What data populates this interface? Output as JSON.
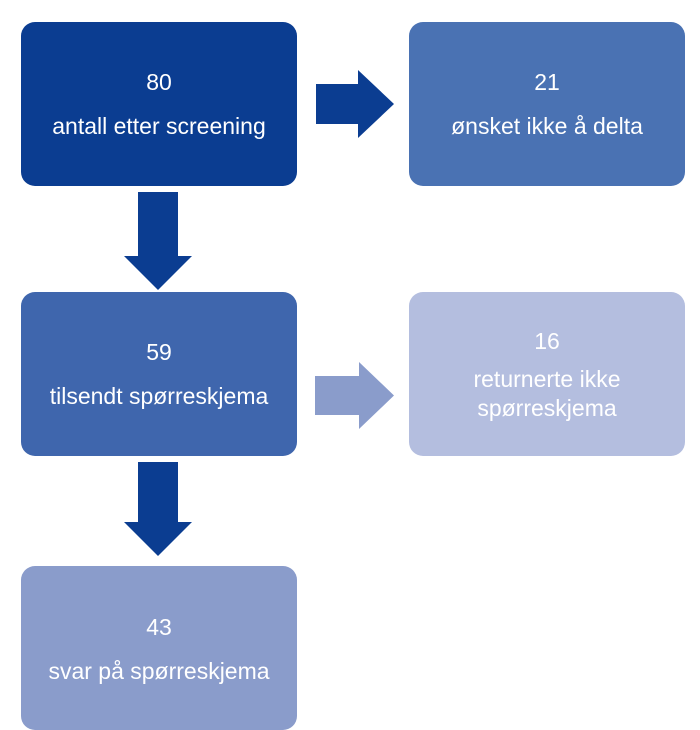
{
  "nodes": {
    "screening": {
      "count": "80",
      "label": "antall etter screening"
    },
    "declined": {
      "count": "21",
      "label": "ønsket ikke å delta"
    },
    "sent": {
      "count": "59",
      "label": "tilsendt spørreskjema"
    },
    "not_returned": {
      "count": "16",
      "label": "returnerte ikke spørreskjema"
    },
    "answered": {
      "count": "43",
      "label": "svar på spørreskjema"
    }
  },
  "colors": {
    "screening": "#0b3d91",
    "declined": "#4a72b3",
    "sent": "#3f66ad",
    "not_returned": "#b4bedf",
    "answered": "#8a9ccb",
    "arrow_dark": "#0b3d91",
    "arrow_light": "#8a9ccb"
  },
  "edges": [
    {
      "from": "screening",
      "to": "declined"
    },
    {
      "from": "screening",
      "to": "sent"
    },
    {
      "from": "sent",
      "to": "not_returned"
    },
    {
      "from": "sent",
      "to": "answered"
    }
  ]
}
